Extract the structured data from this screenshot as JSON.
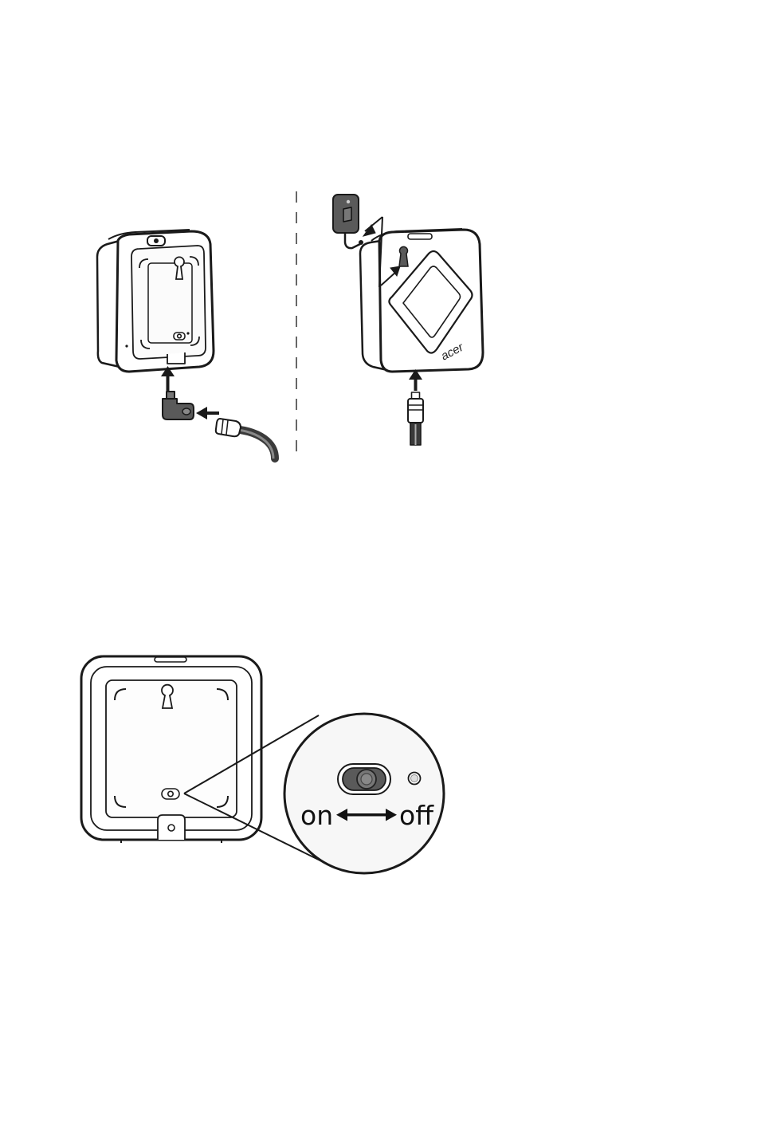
{
  "colors": {
    "line": "#1a1a1a",
    "plug": "#595959",
    "cable": "#3a3a3a",
    "panel": "#f7f7f7"
  },
  "figure_top": {
    "device_logo": "acer"
  },
  "figure_bottom": {
    "switch_on_label": "on",
    "switch_off_label": "off"
  },
  "icons": [
    "keyhole-icon",
    "power-switch-icon",
    "double-arrow-icon",
    "arrow-up-icon",
    "arrow-left-icon"
  ]
}
